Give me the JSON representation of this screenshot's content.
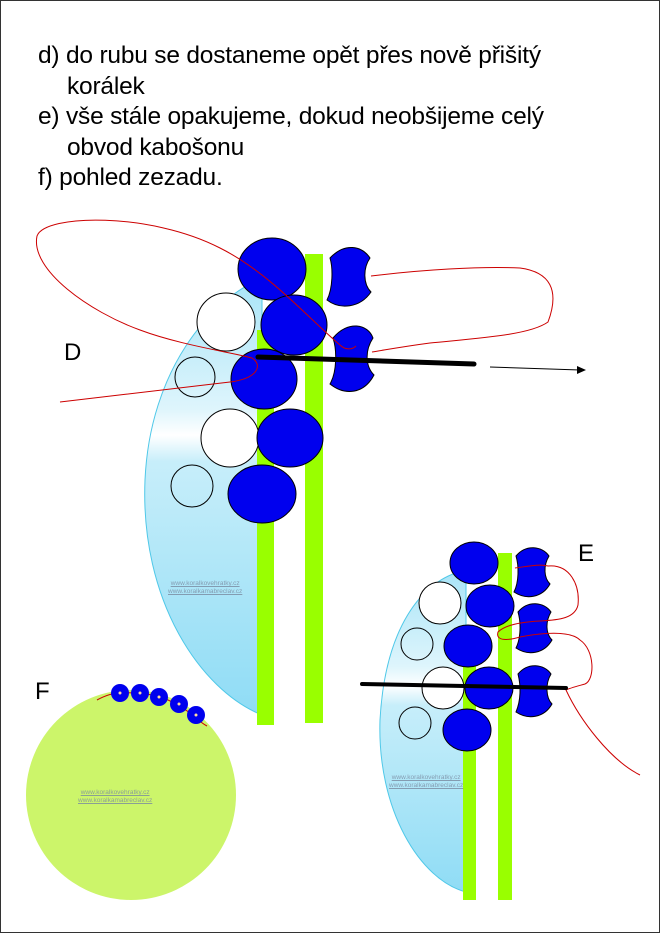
{
  "instructions": [
    {
      "text": "d) do rubu se dostaneme opět přes nově přišitý",
      "indent": false
    },
    {
      "text": "korálek",
      "indent": true
    },
    {
      "text": "e)  vše stále opakujeme, dokud neobšijeme celý",
      "indent": false
    },
    {
      "text": "obvod kabošonu",
      "indent": true
    },
    {
      "text": "f) pohled zezadu.",
      "indent": false
    }
  ],
  "figures": {
    "d": {
      "label": "D"
    },
    "e": {
      "label": "E"
    },
    "f": {
      "label": "F"
    }
  },
  "watermark": {
    "line1": "www.koralkovehratky.cz",
    "line2": "www.koralkamabreclav.cz"
  },
  "colors": {
    "bead": "#0000ee",
    "cabochon": "#8fdcf5",
    "backing_strip": "#99ff00",
    "thread": "#cc0000",
    "needle": "#000000",
    "back_view": "#ccf56a"
  }
}
